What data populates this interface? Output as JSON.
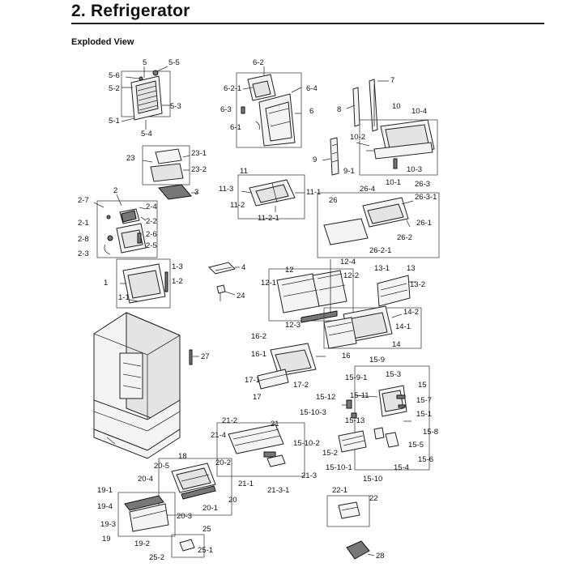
{
  "header": {
    "title": "2.  Refrigerator",
    "subtitle": "Exploded View"
  },
  "callouts": [
    {
      "id": "c-5",
      "label": "5"
    },
    {
      "id": "c-5-5",
      "label": "5-5"
    },
    {
      "id": "c-5-6",
      "label": "5-6"
    },
    {
      "id": "c-5-2",
      "label": "5-2"
    },
    {
      "id": "c-5-3",
      "label": "5-3"
    },
    {
      "id": "c-5-1",
      "label": "5-1"
    },
    {
      "id": "c-5-4",
      "label": "5-4"
    },
    {
      "id": "c-6-2",
      "label": "6-2"
    },
    {
      "id": "c-6-2-1",
      "label": "6-2-1"
    },
    {
      "id": "c-6-4",
      "label": "6-4"
    },
    {
      "id": "c-6-3",
      "label": "6-3"
    },
    {
      "id": "c-6",
      "label": "6"
    },
    {
      "id": "c-6-1",
      "label": "6-1"
    },
    {
      "id": "c-7",
      "label": "7"
    },
    {
      "id": "c-8",
      "label": "8"
    },
    {
      "id": "c-10",
      "label": "10"
    },
    {
      "id": "c-10-4",
      "label": "10-4"
    },
    {
      "id": "c-10-2",
      "label": "10-2"
    },
    {
      "id": "c-9",
      "label": "9"
    },
    {
      "id": "c-9-1",
      "label": "9-1"
    },
    {
      "id": "c-10-3",
      "label": "10-3"
    },
    {
      "id": "c-10-1",
      "label": "10-1"
    },
    {
      "id": "c-23",
      "label": "23"
    },
    {
      "id": "c-23-1",
      "label": "23-1"
    },
    {
      "id": "c-23-2",
      "label": "23-2"
    },
    {
      "id": "c-3",
      "label": "3"
    },
    {
      "id": "c-11",
      "label": "11"
    },
    {
      "id": "c-11-3",
      "label": "11-3"
    },
    {
      "id": "c-11-1",
      "label": "11-1"
    },
    {
      "id": "c-11-2",
      "label": "11-2"
    },
    {
      "id": "c-11-2-1",
      "label": "11-2-1"
    },
    {
      "id": "c-26",
      "label": "26"
    },
    {
      "id": "c-26-4",
      "label": "26-4"
    },
    {
      "id": "c-26-3",
      "label": "26-3"
    },
    {
      "id": "c-26-3-1",
      "label": "26-3-1"
    },
    {
      "id": "c-26-1",
      "label": "26-1"
    },
    {
      "id": "c-26-2",
      "label": "26-2"
    },
    {
      "id": "c-26-2-1",
      "label": "26-2-1"
    },
    {
      "id": "c-2",
      "label": "2"
    },
    {
      "id": "c-2-7",
      "label": "2-7"
    },
    {
      "id": "c-2-4",
      "label": "2-4"
    },
    {
      "id": "c-2-1",
      "label": "2-1"
    },
    {
      "id": "c-2-2",
      "label": "2-2"
    },
    {
      "id": "c-2-6",
      "label": "2-6"
    },
    {
      "id": "c-2-8",
      "label": "2-8"
    },
    {
      "id": "c-2-5",
      "label": "2-5"
    },
    {
      "id": "c-2-3",
      "label": "2-3"
    },
    {
      "id": "c-4",
      "label": "4"
    },
    {
      "id": "c-1-3",
      "label": "1-3"
    },
    {
      "id": "c-1",
      "label": "1"
    },
    {
      "id": "c-1-2",
      "label": "1-2"
    },
    {
      "id": "c-1-1",
      "label": "1-1"
    },
    {
      "id": "c-24",
      "label": "24"
    },
    {
      "id": "c-12-4",
      "label": "12-4"
    },
    {
      "id": "c-12",
      "label": "12"
    },
    {
      "id": "c-12-1",
      "label": "12-1"
    },
    {
      "id": "c-12-2",
      "label": "12-2"
    },
    {
      "id": "c-12-3",
      "label": "12-3"
    },
    {
      "id": "c-13-1",
      "label": "13-1"
    },
    {
      "id": "c-13",
      "label": "13"
    },
    {
      "id": "c-13-2",
      "label": "13-2"
    },
    {
      "id": "c-14-2",
      "label": "14-2"
    },
    {
      "id": "c-14-1",
      "label": "14-1"
    },
    {
      "id": "c-14",
      "label": "14"
    },
    {
      "id": "c-27",
      "label": "27"
    },
    {
      "id": "c-16-2",
      "label": "16-2"
    },
    {
      "id": "c-16-1",
      "label": "16-1"
    },
    {
      "id": "c-16",
      "label": "16"
    },
    {
      "id": "c-17-1",
      "label": "17-1"
    },
    {
      "id": "c-17-2",
      "label": "17-2"
    },
    {
      "id": "c-17",
      "label": "17"
    },
    {
      "id": "c-15-9",
      "label": "15-9"
    },
    {
      "id": "c-15-9-1",
      "label": "15-9-1"
    },
    {
      "id": "c-15-3",
      "label": "15-3"
    },
    {
      "id": "c-15",
      "label": "15"
    },
    {
      "id": "c-15-7",
      "label": "15-7"
    },
    {
      "id": "c-15-1",
      "label": "15-1"
    },
    {
      "id": "c-15-8",
      "label": "15-8"
    },
    {
      "id": "c-15-5",
      "label": "15-5"
    },
    {
      "id": "c-15-6",
      "label": "15-6"
    },
    {
      "id": "c-15-4",
      "label": "15-4"
    },
    {
      "id": "c-15-10",
      "label": "15-10"
    },
    {
      "id": "c-15-2",
      "label": "15-2"
    },
    {
      "id": "c-15-10-1",
      "label": "15-10-1"
    },
    {
      "id": "c-15-10-2",
      "label": "15-10-2"
    },
    {
      "id": "c-15-10-3",
      "label": "15-10-3"
    },
    {
      "id": "c-15-11",
      "label": "15-11"
    },
    {
      "id": "c-15-12",
      "label": "15-12"
    },
    {
      "id": "c-15-13",
      "label": "15-13"
    },
    {
      "id": "c-21-2",
      "label": "21-2"
    },
    {
      "id": "c-21",
      "label": "21"
    },
    {
      "id": "c-21-4",
      "label": "21-4"
    },
    {
      "id": "c-20-2",
      "label": "20-2"
    },
    {
      "id": "c-21-1",
      "label": "21-1"
    },
    {
      "id": "c-21-3",
      "label": "21-3"
    },
    {
      "id": "c-21-3-1",
      "label": "21-3-1"
    },
    {
      "id": "c-18",
      "label": "18"
    },
    {
      "id": "c-20-5",
      "label": "20-5"
    },
    {
      "id": "c-20-4",
      "label": "20-4"
    },
    {
      "id": "c-20",
      "label": "20"
    },
    {
      "id": "c-20-1",
      "label": "20-1"
    },
    {
      "id": "c-20-3",
      "label": "20-3"
    },
    {
      "id": "c-19-1",
      "label": "19-1"
    },
    {
      "id": "c-19-4",
      "label": "19-4"
    },
    {
      "id": "c-19-3",
      "label": "19-3"
    },
    {
      "id": "c-19",
      "label": "19"
    },
    {
      "id": "c-19-2",
      "label": "19-2"
    },
    {
      "id": "c-25",
      "label": "25"
    },
    {
      "id": "c-25-1",
      "label": "25-1"
    },
    {
      "id": "c-25-2",
      "label": "25-2"
    },
    {
      "id": "c-22-1",
      "label": "22-1"
    },
    {
      "id": "c-22",
      "label": "22"
    },
    {
      "id": "c-28",
      "label": "28"
    }
  ]
}
